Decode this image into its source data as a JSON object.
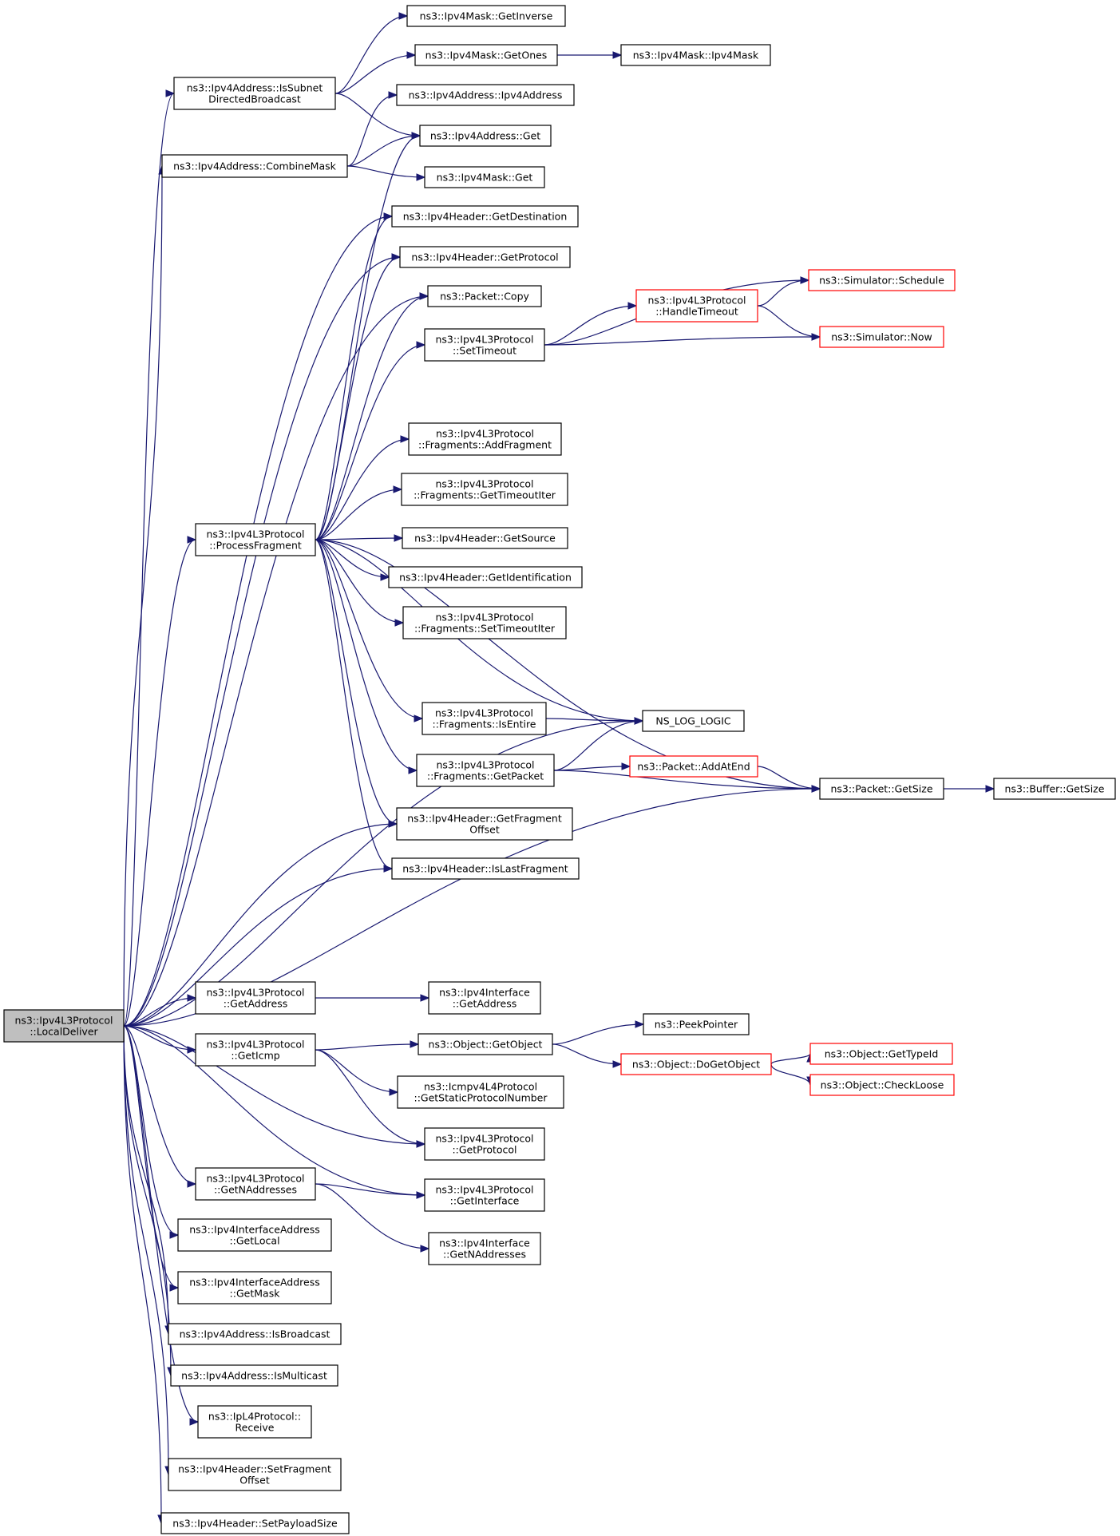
{
  "graph": {
    "root": "ns3::Ipv4L3Protocol::LocalDeliver",
    "colors": {
      "edge": "#191970",
      "border": "#000000",
      "truncated_border": "#ff0000",
      "root_fill": "#bfbfbf"
    },
    "nodes": {
      "local_deliver": {
        "lines": [
          "ns3::Ipv4L3Protocol",
          "::LocalDeliver"
        ],
        "root": true
      },
      "is_subnet_directed_broadcast": {
        "lines": [
          "ns3::Ipv4Address::IsSubnet",
          "DirectedBroadcast"
        ]
      },
      "combine_mask": {
        "lines": [
          "ns3::Ipv4Address::CombineMask"
        ]
      },
      "mask_get_inverse": {
        "lines": [
          "ns3::Ipv4Mask::GetInverse"
        ]
      },
      "mask_get_ones": {
        "lines": [
          "ns3::Ipv4Mask::GetOnes"
        ]
      },
      "mask_ctor": {
        "lines": [
          "ns3::Ipv4Mask::Ipv4Mask"
        ]
      },
      "address_ctor": {
        "lines": [
          "ns3::Ipv4Address::Ipv4Address"
        ]
      },
      "address_get": {
        "lines": [
          "ns3::Ipv4Address::Get"
        ]
      },
      "mask_get": {
        "lines": [
          "ns3::Ipv4Mask::Get"
        ]
      },
      "hdr_get_destination": {
        "lines": [
          "ns3::Ipv4Header::GetDestination"
        ]
      },
      "hdr_get_protocol": {
        "lines": [
          "ns3::Ipv4Header::GetProtocol"
        ]
      },
      "packet_copy": {
        "lines": [
          "ns3::Packet::Copy"
        ]
      },
      "set_timeout": {
        "lines": [
          "ns3::Ipv4L3Protocol",
          "::SetTimeout"
        ]
      },
      "handle_timeout": {
        "lines": [
          "ns3::Ipv4L3Protocol",
          "::HandleTimeout"
        ],
        "truncated": true
      },
      "sim_schedule": {
        "lines": [
          "ns3::Simulator::Schedule"
        ],
        "truncated": true
      },
      "sim_now": {
        "lines": [
          "ns3::Simulator::Now"
        ],
        "truncated": true
      },
      "frag_add_fragment": {
        "lines": [
          "ns3::Ipv4L3Protocol",
          "::Fragments::AddFragment"
        ]
      },
      "frag_get_timeout_iter": {
        "lines": [
          "ns3::Ipv4L3Protocol",
          "::Fragments::GetTimeoutIter"
        ]
      },
      "process_fragment": {
        "lines": [
          "ns3::Ipv4L3Protocol",
          "::ProcessFragment"
        ]
      },
      "hdr_get_source": {
        "lines": [
          "ns3::Ipv4Header::GetSource"
        ]
      },
      "hdr_get_identification": {
        "lines": [
          "ns3::Ipv4Header::GetIdentification"
        ]
      },
      "frag_set_timeout_iter": {
        "lines": [
          "ns3::Ipv4L3Protocol",
          "::Fragments::SetTimeoutIter"
        ]
      },
      "frag_is_entire": {
        "lines": [
          "ns3::Ipv4L3Protocol",
          "::Fragments::IsEntire"
        ]
      },
      "ns_log_logic": {
        "lines": [
          "NS_LOG_LOGIC"
        ]
      },
      "frag_get_packet": {
        "lines": [
          "ns3::Ipv4L3Protocol",
          "::Fragments::GetPacket"
        ]
      },
      "packet_add_at_end": {
        "lines": [
          "ns3::Packet::AddAtEnd"
        ],
        "truncated": true
      },
      "packet_get_size": {
        "lines": [
          "ns3::Packet::GetSize"
        ]
      },
      "buffer_get_size": {
        "lines": [
          "ns3::Buffer::GetSize"
        ]
      },
      "hdr_get_fragment_offset": {
        "lines": [
          "ns3::Ipv4Header::GetFragment",
          "Offset"
        ]
      },
      "hdr_is_last_fragment": {
        "lines": [
          "ns3::Ipv4Header::IsLastFragment"
        ]
      },
      "l3_get_address": {
        "lines": [
          "ns3::Ipv4L3Protocol",
          "::GetAddress"
        ]
      },
      "iface_get_address": {
        "lines": [
          "ns3::Ipv4Interface",
          "::GetAddress"
        ]
      },
      "l3_get_icmp": {
        "lines": [
          "ns3::Ipv4L3Protocol",
          "::GetIcmp"
        ]
      },
      "object_get_object": {
        "lines": [
          "ns3::Object::GetObject"
        ]
      },
      "peek_pointer": {
        "lines": [
          "ns3::PeekPointer"
        ]
      },
      "object_do_get_object": {
        "lines": [
          "ns3::Object::DoGetObject"
        ],
        "truncated": true
      },
      "object_get_type_id": {
        "lines": [
          "ns3::Object::GetTypeId"
        ],
        "truncated": true
      },
      "object_check_loose": {
        "lines": [
          "ns3::Object::CheckLoose"
        ],
        "truncated": true
      },
      "icmp_get_static_protocol_number": {
        "lines": [
          "ns3::Icmpv4L4Protocol",
          "::GetStaticProtocolNumber"
        ]
      },
      "l3_get_protocol": {
        "lines": [
          "ns3::Ipv4L3Protocol",
          "::GetProtocol"
        ]
      },
      "l3_get_n_addresses": {
        "lines": [
          "ns3::Ipv4L3Protocol",
          "::GetNAddresses"
        ]
      },
      "l3_get_interface": {
        "lines": [
          "ns3::Ipv4L3Protocol",
          "::GetInterface"
        ]
      },
      "iface_get_n_addresses": {
        "lines": [
          "ns3::Ipv4Interface",
          "::GetNAddresses"
        ]
      },
      "ifaddr_get_local": {
        "lines": [
          "ns3::Ipv4InterfaceAddress",
          "::GetLocal"
        ]
      },
      "ifaddr_get_mask": {
        "lines": [
          "ns3::Ipv4InterfaceAddress",
          "::GetMask"
        ]
      },
      "addr_is_broadcast": {
        "lines": [
          "ns3::Ipv4Address::IsBroadcast"
        ]
      },
      "addr_is_multicast": {
        "lines": [
          "ns3::Ipv4Address::IsMulticast"
        ]
      },
      "ipl4_receive": {
        "lines": [
          "ns3::IpL4Protocol::",
          "Receive"
        ]
      },
      "hdr_set_fragment_offset": {
        "lines": [
          "ns3::Ipv4Header::SetFragment",
          "Offset"
        ]
      },
      "hdr_set_payload_size": {
        "lines": [
          "ns3::Ipv4Header::SetPayloadSize"
        ]
      }
    },
    "edges": [
      [
        "local_deliver",
        "is_subnet_directed_broadcast"
      ],
      [
        "local_deliver",
        "combine_mask"
      ],
      [
        "local_deliver",
        "hdr_get_destination"
      ],
      [
        "local_deliver",
        "hdr_get_protocol"
      ],
      [
        "local_deliver",
        "packet_copy"
      ],
      [
        "local_deliver",
        "process_fragment"
      ],
      [
        "local_deliver",
        "hdr_get_fragment_offset"
      ],
      [
        "local_deliver",
        "hdr_is_last_fragment"
      ],
      [
        "local_deliver",
        "ns_log_logic"
      ],
      [
        "local_deliver",
        "packet_get_size"
      ],
      [
        "local_deliver",
        "l3_get_address"
      ],
      [
        "local_deliver",
        "l3_get_icmp"
      ],
      [
        "local_deliver",
        "l3_get_protocol"
      ],
      [
        "local_deliver",
        "l3_get_interface"
      ],
      [
        "local_deliver",
        "l3_get_n_addresses"
      ],
      [
        "local_deliver",
        "ifaddr_get_local"
      ],
      [
        "local_deliver",
        "ifaddr_get_mask"
      ],
      [
        "local_deliver",
        "addr_is_broadcast"
      ],
      [
        "local_deliver",
        "addr_is_multicast"
      ],
      [
        "local_deliver",
        "ipl4_receive"
      ],
      [
        "local_deliver",
        "hdr_set_fragment_offset"
      ],
      [
        "local_deliver",
        "hdr_set_payload_size"
      ],
      [
        "is_subnet_directed_broadcast",
        "mask_get_inverse"
      ],
      [
        "is_subnet_directed_broadcast",
        "mask_get_ones"
      ],
      [
        "is_subnet_directed_broadcast",
        "address_get"
      ],
      [
        "mask_get_ones",
        "mask_ctor"
      ],
      [
        "combine_mask",
        "address_ctor"
      ],
      [
        "combine_mask",
        "address_get"
      ],
      [
        "combine_mask",
        "mask_get"
      ],
      [
        "process_fragment",
        "address_get"
      ],
      [
        "process_fragment",
        "hdr_get_destination"
      ],
      [
        "process_fragment",
        "hdr_get_protocol"
      ],
      [
        "process_fragment",
        "packet_copy"
      ],
      [
        "process_fragment",
        "set_timeout"
      ],
      [
        "process_fragment",
        "packet_get_size"
      ],
      [
        "process_fragment",
        "frag_add_fragment"
      ],
      [
        "process_fragment",
        "frag_get_timeout_iter"
      ],
      [
        "process_fragment",
        "hdr_get_source"
      ],
      [
        "process_fragment",
        "hdr_get_identification"
      ],
      [
        "process_fragment",
        "frag_set_timeout_iter"
      ],
      [
        "process_fragment",
        "ns_log_logic"
      ],
      [
        "process_fragment",
        "frag_is_entire"
      ],
      [
        "process_fragment",
        "frag_get_packet"
      ],
      [
        "process_fragment",
        "hdr_get_fragment_offset"
      ],
      [
        "process_fragment",
        "hdr_is_last_fragment"
      ],
      [
        "set_timeout",
        "handle_timeout"
      ],
      [
        "set_timeout",
        "sim_schedule"
      ],
      [
        "set_timeout",
        "sim_now"
      ],
      [
        "handle_timeout",
        "sim_schedule"
      ],
      [
        "handle_timeout",
        "sim_now"
      ],
      [
        "frag_is_entire",
        "ns_log_logic"
      ],
      [
        "frag_get_packet",
        "ns_log_logic"
      ],
      [
        "frag_get_packet",
        "packet_add_at_end"
      ],
      [
        "frag_get_packet",
        "packet_get_size"
      ],
      [
        "packet_add_at_end",
        "packet_get_size"
      ],
      [
        "packet_get_size",
        "buffer_get_size"
      ],
      [
        "l3_get_address",
        "iface_get_address"
      ],
      [
        "l3_get_icmp",
        "object_get_object"
      ],
      [
        "l3_get_icmp",
        "icmp_get_static_protocol_number"
      ],
      [
        "l3_get_icmp",
        "l3_get_protocol"
      ],
      [
        "object_get_object",
        "peek_pointer"
      ],
      [
        "object_get_object",
        "object_do_get_object"
      ],
      [
        "object_do_get_object",
        "object_get_type_id"
      ],
      [
        "object_do_get_object",
        "object_check_loose"
      ],
      [
        "l3_get_n_addresses",
        "l3_get_interface"
      ],
      [
        "l3_get_n_addresses",
        "iface_get_n_addresses"
      ]
    ]
  }
}
